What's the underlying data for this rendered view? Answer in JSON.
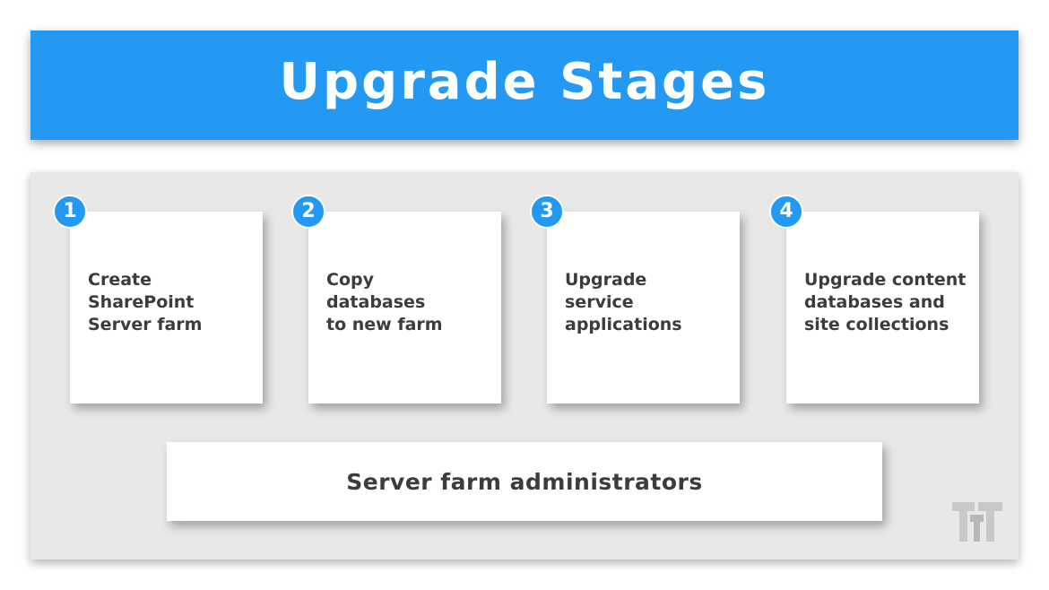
{
  "header": {
    "title": "Upgrade Stages"
  },
  "stages": [
    {
      "number": "1",
      "label": "Create\nSharePoint\nServer farm"
    },
    {
      "number": "2",
      "label": "Copy\ndatabases\nto new farm"
    },
    {
      "number": "3",
      "label": "Upgrade\nservice\napplications"
    },
    {
      "number": "4",
      "label": "Upgrade content\ndatabases and\nsite collections"
    }
  ],
  "footer": {
    "role_label": "Server farm administrators"
  },
  "colors": {
    "accent": "#2499f3",
    "panel": "#e8e8e8",
    "text": "#3c3c3c",
    "logo": "#c8c8c8"
  },
  "icons": {
    "logo": "tt-logo-icon"
  }
}
